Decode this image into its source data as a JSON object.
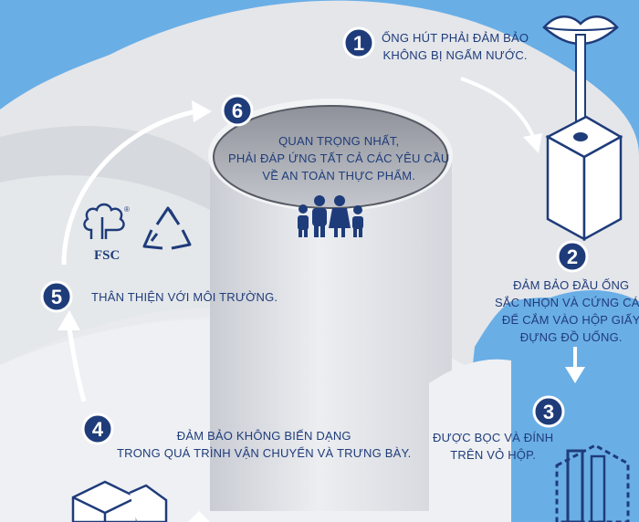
{
  "steps": [
    {
      "number": "1",
      "lines": [
        "ỐNG HÚT PHẢI ĐẢM BẢO",
        "KHÔNG BỊ NGẤM NƯỚC."
      ]
    },
    {
      "number": "2",
      "lines": [
        "ĐẢM BẢO ĐẦU ỐNG",
        "SẮC NHỌN VÀ CỨNG CÁP",
        "ĐỂ CẮM VÀO HỘP GIẤY",
        "ĐỰNG ĐỒ UỐNG."
      ]
    },
    {
      "number": "3",
      "lines": [
        "ĐƯỢC BỌC VÀ ĐÍNH",
        "TRÊN VỎ HỘP."
      ]
    },
    {
      "number": "4",
      "lines": [
        "ĐẢM BẢO KHÔNG BIẾN DẠNG",
        "TRONG QUÁ TRÌNH VẬN CHUYỂN VÀ TRƯNG BÀY."
      ]
    },
    {
      "number": "5",
      "lines": [
        "THÂN THIỆN VỚI MÔI TRƯỜNG."
      ]
    },
    {
      "number": "6",
      "lines": [
        "QUAN TRỌNG NHẤT,",
        "PHẢI ĐÁP ỨNG TẤT CẢ CÁC YÊU CẦU",
        "VỀ AN TOÀN THỰC PHẨM."
      ]
    }
  ],
  "logo_fsc": "FSC",
  "logo_fsc_mark": "®",
  "colors": {
    "background": "#6aaee6",
    "paper": "#e6e8ec",
    "navy": "#1f3c7a",
    "text": "#1f3c7a"
  },
  "icons": [
    "lips-icon",
    "straw-icon",
    "juice-box-icon",
    "fsc-tree-logo",
    "recycle-icon",
    "family-icon",
    "boxes-icon",
    "straw-wrapper-icon"
  ]
}
